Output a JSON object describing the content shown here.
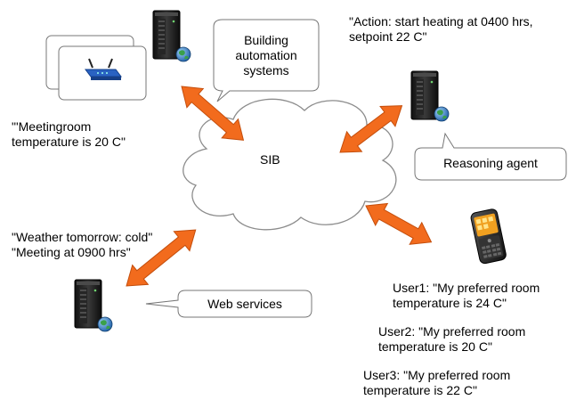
{
  "hub": {
    "label": "SIB"
  },
  "building": {
    "label": "Building\nautomation\nsystems"
  },
  "action": {
    "text": "\"Action: start heating at 0400 hrs,\nsetpoint 22 C\""
  },
  "reasoning": {
    "label": "Reasoning agent"
  },
  "meetingroom": {
    "text": "\"'Meetingroom\ntemperature is 20 C\""
  },
  "weather": {
    "text": "\"Weather tomorrow:  cold\"\n\"Meeting at 0900 hrs\""
  },
  "webservices": {
    "label": "Web services"
  },
  "users": [
    {
      "text": "User1: \"My preferred room\ntemperature is 24 C\""
    },
    {
      "text": "User2: \"My preferred room\ntemperature is 20 C\""
    },
    {
      "text": "User3: \"My preferred room\ntemperature is 22 C\""
    }
  ],
  "colors": {
    "arrow": "#f26b1d",
    "arrow_stroke": "#c44e0c",
    "cloud": "#ffffff",
    "server": "#222222",
    "globe": "#2f7ec8"
  },
  "icons": {
    "server": "server-icon",
    "router": "router-icon",
    "phone": "phone-icon",
    "globe": "globe-icon"
  }
}
